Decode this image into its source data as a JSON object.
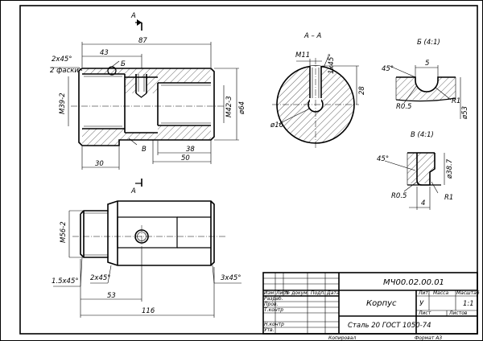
{
  "section_cut_label": "A",
  "section_title": "A – A",
  "detail_b_title": "Б (4:1)",
  "detail_v_title": "В (4:1)",
  "callout_b": "Б",
  "callout_v": "В",
  "dims_main": {
    "length_87": "87",
    "length_43": "43",
    "chamfer": "2x45°",
    "chamfer_note": "2 фаски",
    "thread_left": "M39-2",
    "thread_right": "M42-3",
    "dia_64": "ø64",
    "length_38": "38",
    "length_50": "50",
    "length_30": "30"
  },
  "dims_section": {
    "thread_m11": "M11",
    "chamfer": "1x45°",
    "depth_28": "28",
    "dia_16": "ø16"
  },
  "dims_detail_b": {
    "angle": "45°",
    "width": "5",
    "radius_small": "R0.5",
    "radius_large": "R1",
    "dia": "ø53"
  },
  "dims_detail_v": {
    "angle": "45°",
    "dia": "ø38.7",
    "radius_small": "R0.5",
    "radius_large": "R1",
    "width": "4"
  },
  "dims_lower": {
    "thread": "M56-2",
    "chamfer_left": "1.5x45°",
    "chamfer_mid": "2x45°",
    "chamfer_right": "3x45°",
    "length_53": "53",
    "length_116": "116"
  },
  "title_block": {
    "designation": "МЧ00.02.00.01",
    "part_name": "Корпус",
    "material": "Сталь 20 ГОСТ 1050-74",
    "lit_header": "Лит.",
    "mass_header": "Масса",
    "scale_header": "Масштаб",
    "lit_value": "У",
    "scale_value": "1:1",
    "sheet_label": "Лист",
    "sheets_label": "Листов",
    "col_izm": "Изм",
    "col_list": "Лист",
    "col_doc": "№ докум.",
    "col_sign": "Подп.",
    "col_date": "Дата",
    "row_razrab": "Разраб.",
    "row_prov": "Пров.",
    "row_tkontr": "Т.контр",
    "row_nkontr": "Н.контр",
    "row_utv": "Утв.",
    "copied": "Копировал",
    "format": "Формат   А3"
  }
}
